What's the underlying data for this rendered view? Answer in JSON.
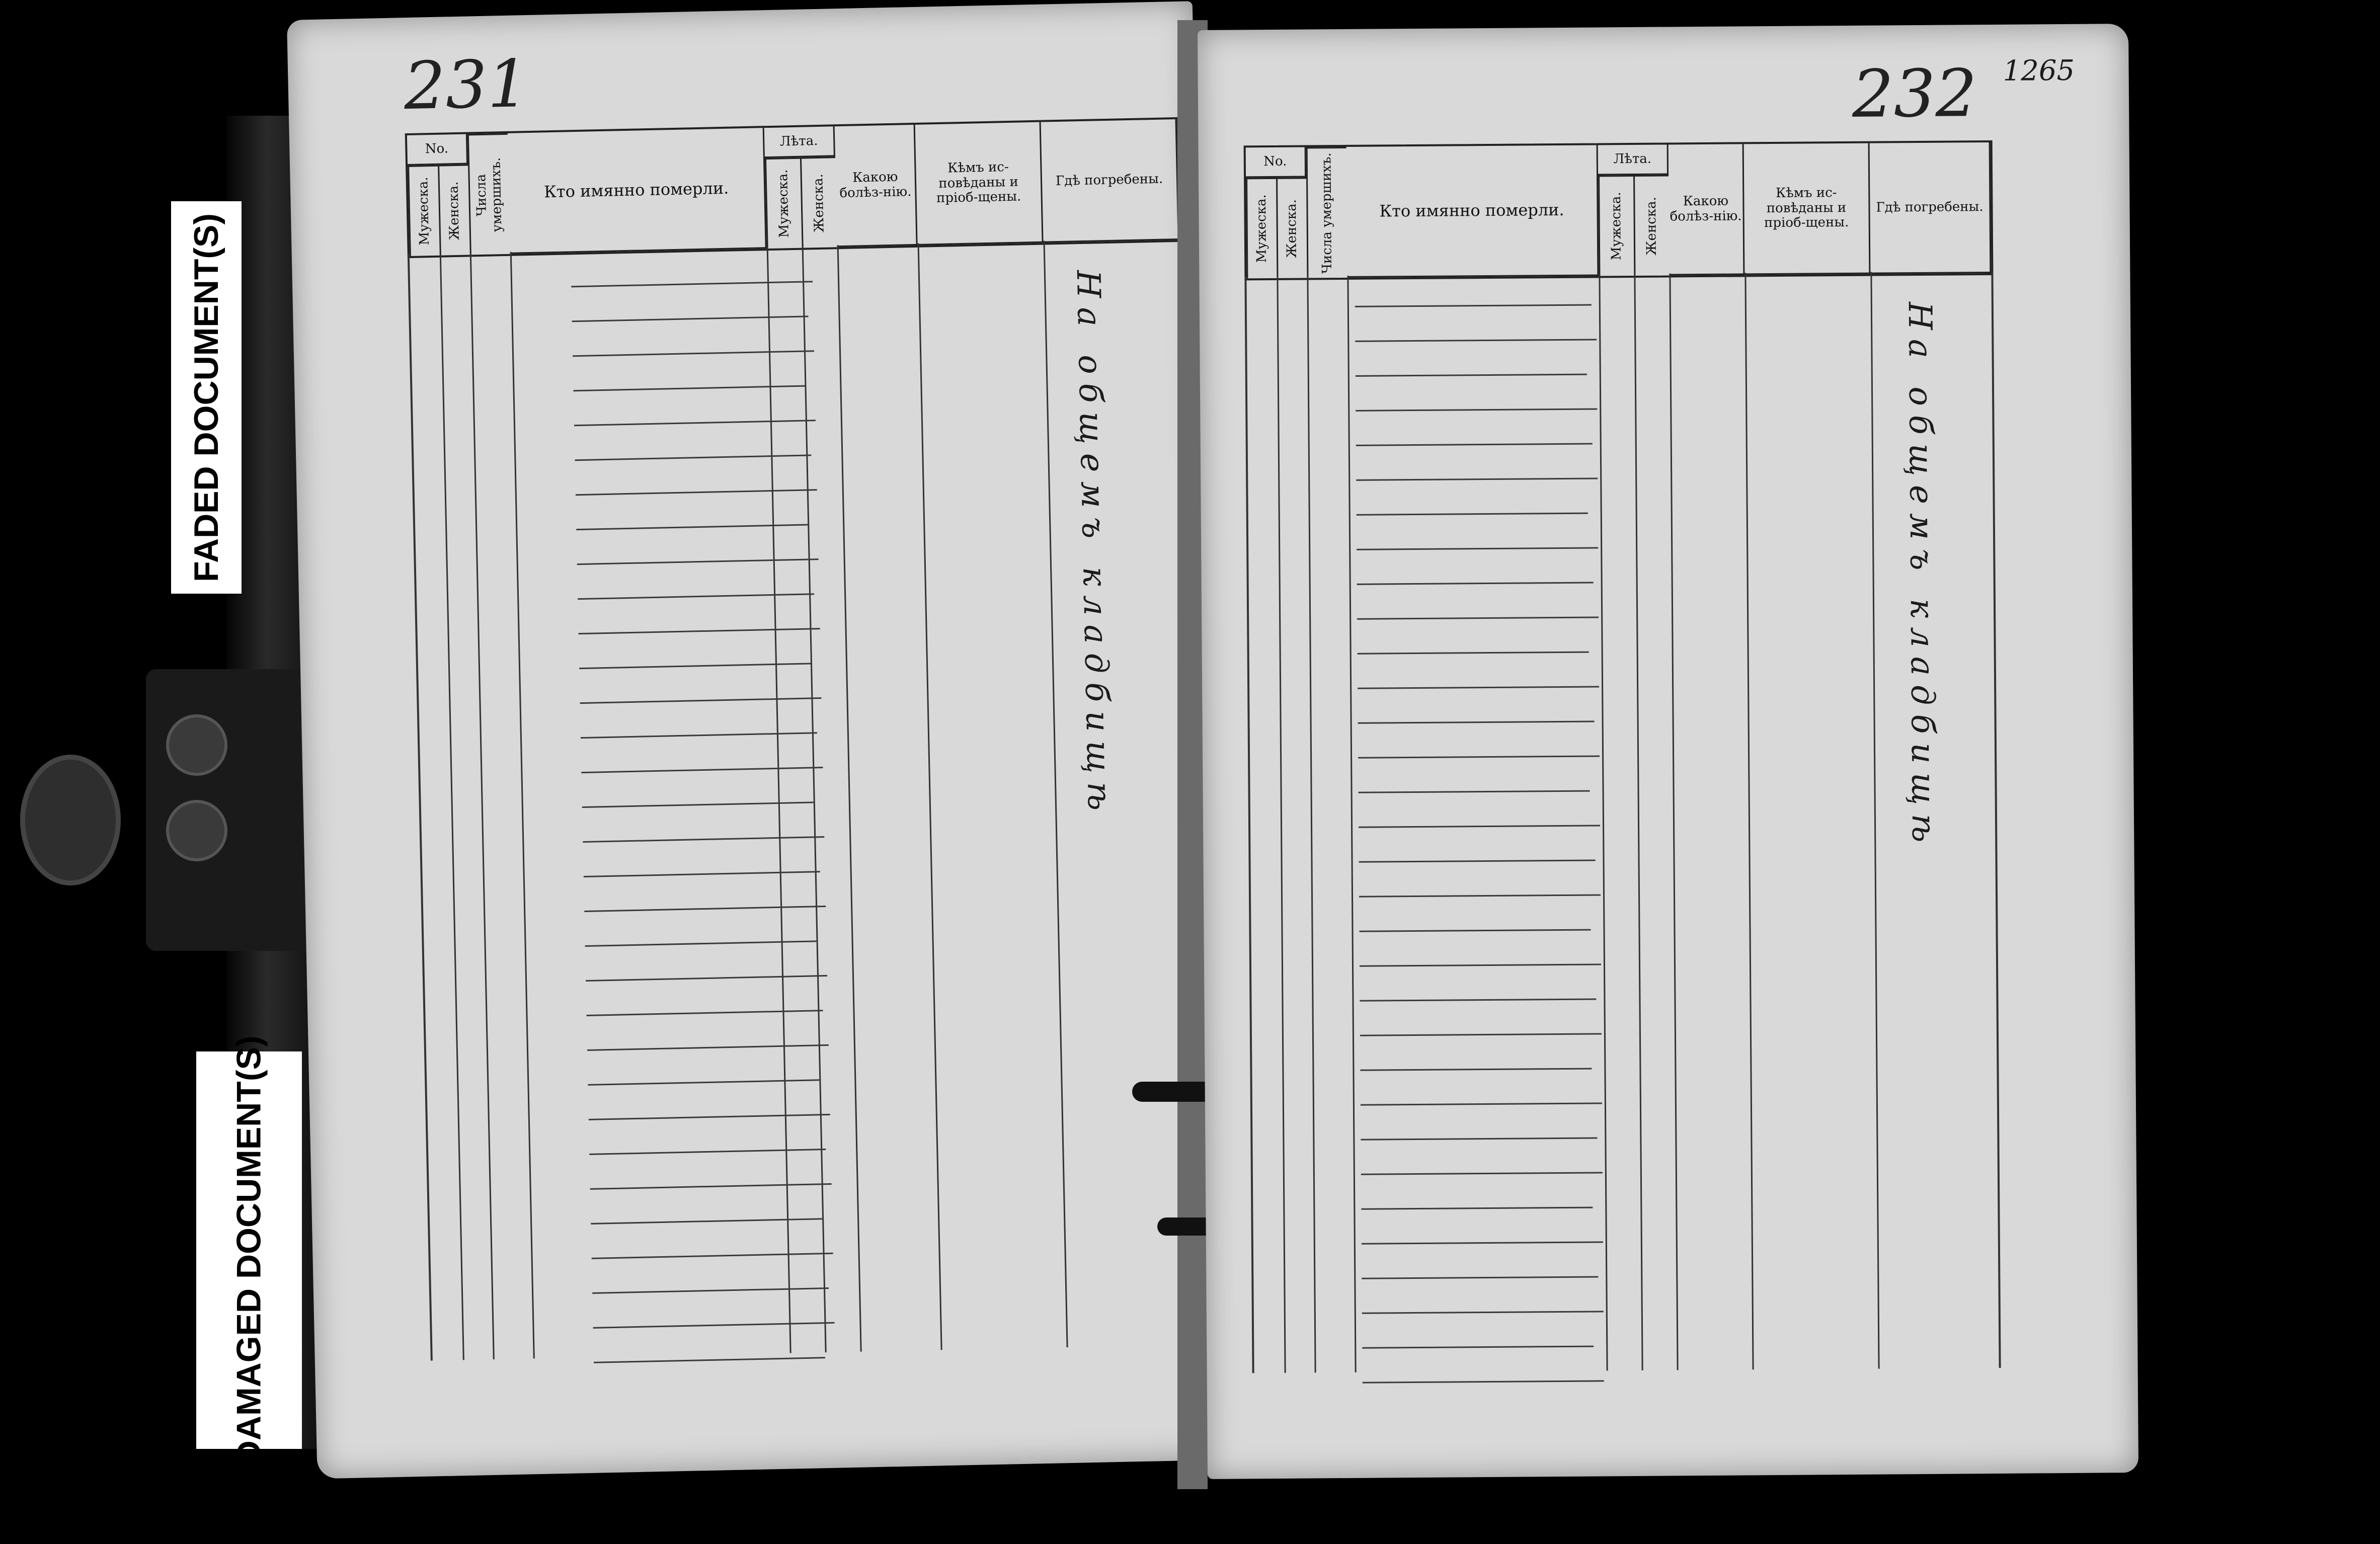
{
  "labels": {
    "faded": "FADED DOCUMENT(S)",
    "damaged": "DAMAGED DOCUMENT(S)"
  },
  "left_page": {
    "page_number": "231",
    "header": {
      "no": "No.",
      "male": "Мужеска.",
      "female": "Женска.",
      "day": "Числа умершихъ.",
      "name": "Кто имянно померли.",
      "years": "Лѣта.",
      "age_male": "Мужеска.",
      "age_female": "Женска.",
      "illness": "Какою болѣз-нію.",
      "confessed": "Кѣмъ ис-повѣданы и пріоб-щены.",
      "buried": "Гдѣ погребены."
    },
    "margin_note": "На общемъ кладбищѣ"
  },
  "right_page": {
    "page_number": "232",
    "corner_number": "1265",
    "header": {
      "no": "No.",
      "male": "Мужеска.",
      "female": "Женска.",
      "day": "Числа умершихъ.",
      "name": "Кто имянно померли.",
      "years": "Лѣта.",
      "age_male": "Мужеска.",
      "age_female": "Женска.",
      "illness": "Какою болѣз-нію.",
      "confessed": "Кѣмъ ис-повѣданы и пріоб-щены.",
      "buried": "Гдѣ погребены."
    },
    "margin_note": "На общемъ кладбищѣ"
  }
}
